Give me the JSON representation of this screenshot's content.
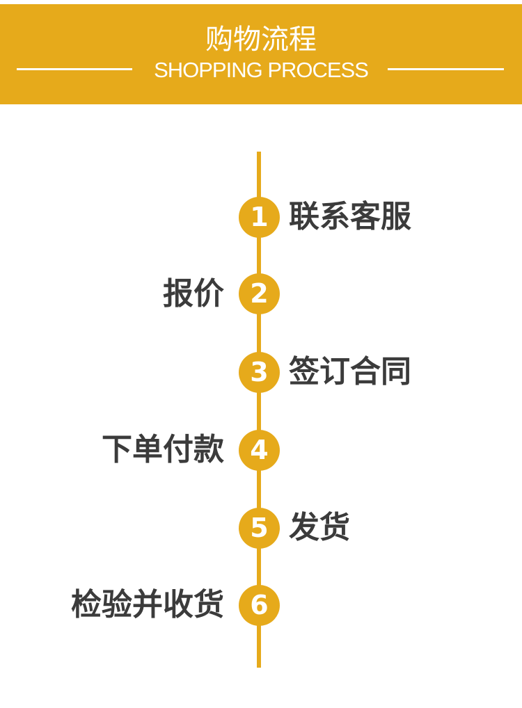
{
  "header": {
    "title": "购物流程",
    "subtitle": "SHOPPING PROCESS",
    "background_color": "#E6AA1B",
    "text_color": "#FFFFFF"
  },
  "timeline": {
    "accent_color": "#E6AA1B",
    "label_color": "#3B3B3B",
    "steps": [
      {
        "number": "1",
        "label": "联系客服",
        "side": "right"
      },
      {
        "number": "2",
        "label": "报价",
        "side": "left"
      },
      {
        "number": "3",
        "label": "签订合同",
        "side": "right"
      },
      {
        "number": "4",
        "label": "下单付款",
        "side": "left"
      },
      {
        "number": "5",
        "label": "发货",
        "side": "right"
      },
      {
        "number": "6",
        "label": "检验并收货",
        "side": "left"
      }
    ]
  }
}
